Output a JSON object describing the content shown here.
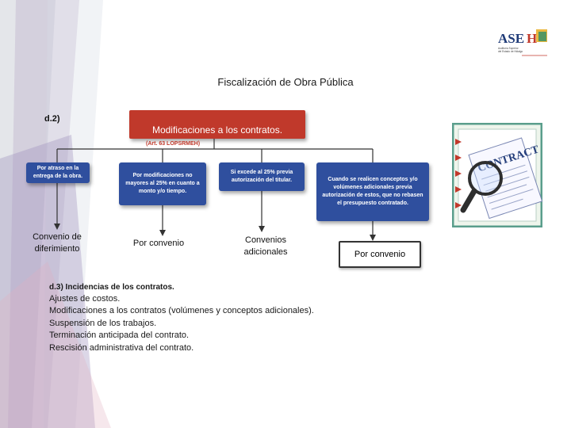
{
  "slide": {
    "title": "Fiscalización de Obra Pública",
    "section_label": "d.2)",
    "top_box": "Modificaciones a los contratos.",
    "article_ref": "(Art. 63 LOPSRMEH)"
  },
  "cases": [
    {
      "condition": "Por atraso en la entrega de la obra.",
      "outcome": "Convenio de diferimiento"
    },
    {
      "condition": "Por modificaciones no mayores al 25% en cuanto a monto y/o tiempo.",
      "outcome": "Por convenio"
    },
    {
      "condition": "Si excede al 25% previa autorización del titular.",
      "outcome": "Convenios adicionales"
    },
    {
      "condition": "Cuando se realicen conceptos y/o volúmenes adicionales previa autorización de estos, que no rebasen el presupuesto contratado.",
      "outcome": "Por convenio"
    }
  ],
  "incidencias": {
    "heading": "d.3) Incidencias de los contratos.",
    "items": [
      "Ajustes de costos.",
      "Modificaciones a los contratos (volúmenes y conceptos adicionales).",
      "Suspensión de los trabajos.",
      "Terminación anticipada del contrato.",
      "Rescisión administrativa del contrato."
    ]
  },
  "logo": {
    "text": "ASEH",
    "subtext": "Auditoría Superior del Estado de Hidalgo"
  },
  "image_text": "CONTRACT",
  "colors": {
    "red_box": "#c0392b",
    "blue_box": "#2f4f9e",
    "accent_red": "#c0392b",
    "contract_frame": "#5a9e8c"
  }
}
